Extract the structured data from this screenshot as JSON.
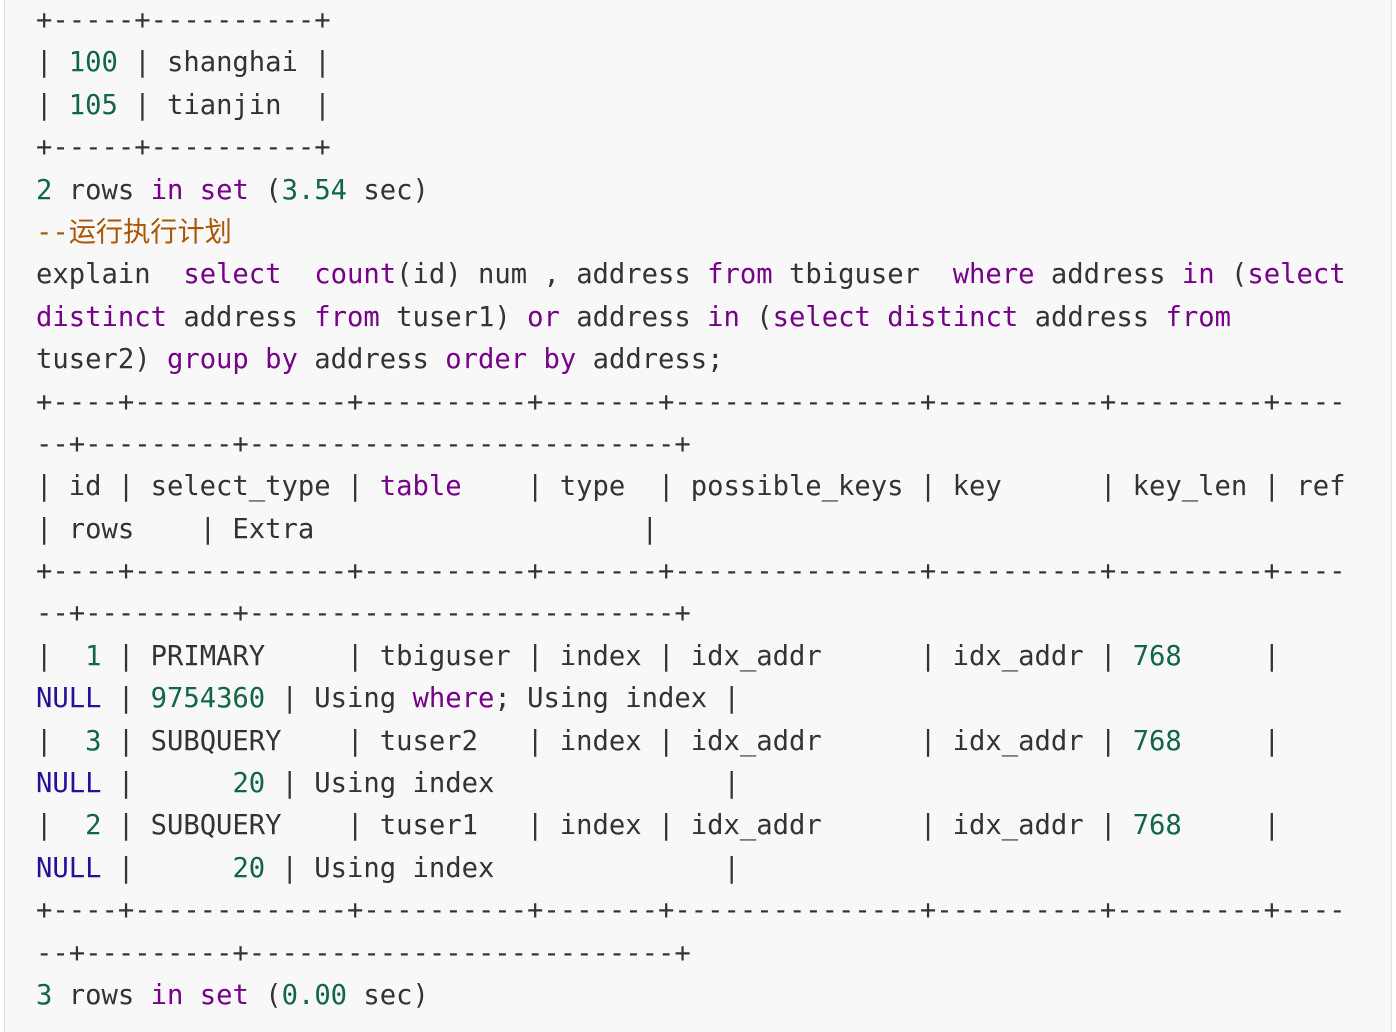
{
  "colors": {
    "background": "#f8f8f8",
    "text": "#333333",
    "number": "#116644",
    "keyword": "#770088",
    "null": "#221199",
    "comment": "#aa5500"
  },
  "lines": [
    [
      {
        "t": "+-----+----------+",
        "c": ""
      }
    ],
    [
      {
        "t": "| ",
        "c": ""
      },
      {
        "t": "100",
        "c": "num"
      },
      {
        "t": " | shanghai |",
        "c": ""
      }
    ],
    [
      {
        "t": "| ",
        "c": ""
      },
      {
        "t": "105",
        "c": "num"
      },
      {
        "t": " | tianjin  |",
        "c": ""
      }
    ],
    [
      {
        "t": "+-----+----------+",
        "c": ""
      }
    ],
    [
      {
        "t": "2",
        "c": "num"
      },
      {
        "t": " rows ",
        "c": ""
      },
      {
        "t": "in",
        "c": "kw"
      },
      {
        "t": " ",
        "c": ""
      },
      {
        "t": "set",
        "c": "kw"
      },
      {
        "t": " (",
        "c": ""
      },
      {
        "t": "3.54",
        "c": "num"
      },
      {
        "t": " sec)",
        "c": ""
      }
    ],
    [
      {
        "t": "--运行执行计划",
        "c": "cm"
      }
    ],
    [
      {
        "t": "explain  ",
        "c": ""
      },
      {
        "t": "select",
        "c": "kw"
      },
      {
        "t": "  ",
        "c": ""
      },
      {
        "t": "count",
        "c": "kw"
      },
      {
        "t": "(id) num , address ",
        "c": ""
      },
      {
        "t": "from",
        "c": "kw"
      },
      {
        "t": " tbiguser  ",
        "c": ""
      },
      {
        "t": "where",
        "c": "kw"
      },
      {
        "t": " address ",
        "c": ""
      },
      {
        "t": "in",
        "c": "kw"
      },
      {
        "t": " (",
        "c": ""
      },
      {
        "t": "select",
        "c": "kw"
      }
    ],
    [
      {
        "t": "distinct",
        "c": "kw"
      },
      {
        "t": " address ",
        "c": ""
      },
      {
        "t": "from",
        "c": "kw"
      },
      {
        "t": " tuser1) ",
        "c": ""
      },
      {
        "t": "or",
        "c": "kw"
      },
      {
        "t": " address ",
        "c": ""
      },
      {
        "t": "in",
        "c": "kw"
      },
      {
        "t": " (",
        "c": ""
      },
      {
        "t": "select",
        "c": "kw"
      },
      {
        "t": " ",
        "c": ""
      },
      {
        "t": "distinct",
        "c": "kw"
      },
      {
        "t": " address ",
        "c": ""
      },
      {
        "t": "from",
        "c": "kw"
      }
    ],
    [
      {
        "t": "tuser2) ",
        "c": ""
      },
      {
        "t": "group",
        "c": "kw"
      },
      {
        "t": " ",
        "c": ""
      },
      {
        "t": "by",
        "c": "kw"
      },
      {
        "t": " address ",
        "c": ""
      },
      {
        "t": "order",
        "c": "kw"
      },
      {
        "t": " ",
        "c": ""
      },
      {
        "t": "by",
        "c": "kw"
      },
      {
        "t": " address;",
        "c": ""
      }
    ],
    [
      {
        "t": "+----+-------------+----------+-------+---------------+----------+---------+----",
        "c": ""
      }
    ],
    [
      {
        "t": "--+---------+--------------------------+",
        "c": ""
      }
    ],
    [
      {
        "t": "| id | select_type | ",
        "c": ""
      },
      {
        "t": "table",
        "c": "kw"
      },
      {
        "t": "    | type  | possible_keys | key      | key_len | ref",
        "c": ""
      }
    ],
    [
      {
        "t": "| rows    | Extra                    |",
        "c": ""
      }
    ],
    [
      {
        "t": "+----+-------------+----------+-------+---------------+----------+---------+----",
        "c": ""
      }
    ],
    [
      {
        "t": "--+---------+--------------------------+",
        "c": ""
      }
    ],
    [
      {
        "t": "|  ",
        "c": ""
      },
      {
        "t": "1",
        "c": "num"
      },
      {
        "t": " | PRIMARY     | tbiguser | index | idx_addr      | idx_addr | ",
        "c": ""
      },
      {
        "t": "768",
        "c": "num"
      },
      {
        "t": "     |",
        "c": ""
      }
    ],
    [
      {
        "t": "NULL",
        "c": "null"
      },
      {
        "t": " | ",
        "c": ""
      },
      {
        "t": "9754360",
        "c": "num"
      },
      {
        "t": " | Using ",
        "c": ""
      },
      {
        "t": "where",
        "c": "kw"
      },
      {
        "t": "; Using index |",
        "c": ""
      }
    ],
    [
      {
        "t": "|  ",
        "c": ""
      },
      {
        "t": "3",
        "c": "num"
      },
      {
        "t": " | SUBQUERY    | tuser2   | index | idx_addr      | idx_addr | ",
        "c": ""
      },
      {
        "t": "768",
        "c": "num"
      },
      {
        "t": "     |",
        "c": ""
      }
    ],
    [
      {
        "t": "NULL",
        "c": "null"
      },
      {
        "t": " |      ",
        "c": ""
      },
      {
        "t": "20",
        "c": "num"
      },
      {
        "t": " | Using index              |",
        "c": ""
      }
    ],
    [
      {
        "t": "|  ",
        "c": ""
      },
      {
        "t": "2",
        "c": "num"
      },
      {
        "t": " | SUBQUERY    | tuser1   | index | idx_addr      | idx_addr | ",
        "c": ""
      },
      {
        "t": "768",
        "c": "num"
      },
      {
        "t": "     |",
        "c": ""
      }
    ],
    [
      {
        "t": "NULL",
        "c": "null"
      },
      {
        "t": " |      ",
        "c": ""
      },
      {
        "t": "20",
        "c": "num"
      },
      {
        "t": " | Using index              |",
        "c": ""
      }
    ],
    [
      {
        "t": "+----+-------------+----------+-------+---------------+----------+---------+----",
        "c": ""
      }
    ],
    [
      {
        "t": "--+---------+--------------------------+",
        "c": ""
      }
    ],
    [
      {
        "t": "3",
        "c": "num"
      },
      {
        "t": " rows ",
        "c": ""
      },
      {
        "t": "in",
        "c": "kw"
      },
      {
        "t": " ",
        "c": ""
      },
      {
        "t": "set",
        "c": "kw"
      },
      {
        "t": " (",
        "c": ""
      },
      {
        "t": "0.00",
        "c": "num"
      },
      {
        "t": " sec)",
        "c": ""
      }
    ]
  ]
}
